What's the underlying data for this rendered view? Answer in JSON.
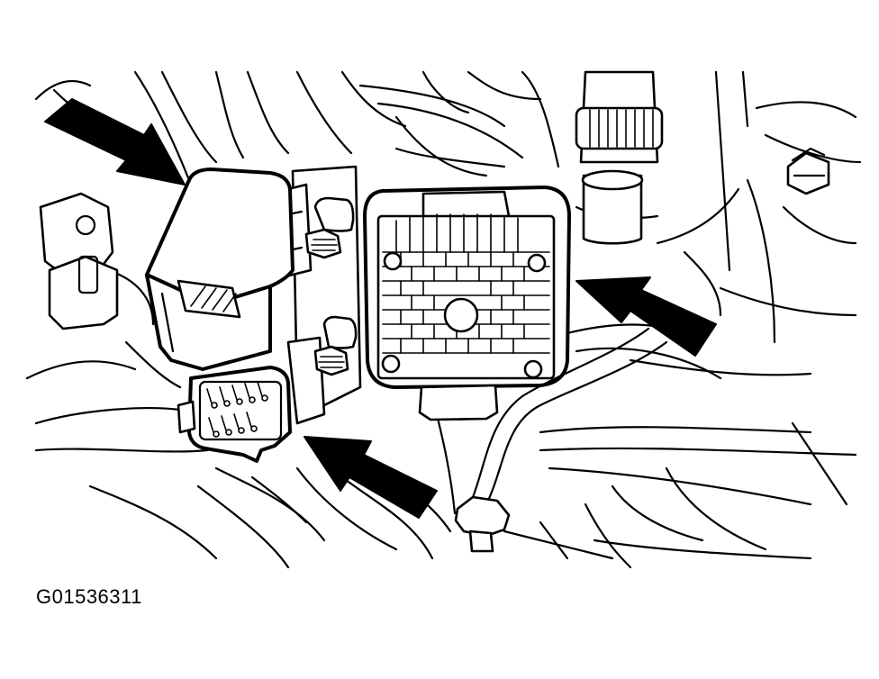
{
  "figure": {
    "id_label": "G01536311"
  },
  "callouts": [
    {
      "name": "arrow-upper-left",
      "target": "relay-box"
    },
    {
      "name": "arrow-lower-center",
      "target": "lower-connector"
    },
    {
      "name": "arrow-right",
      "target": "large-connector"
    }
  ],
  "colors": {
    "ink": "#000000",
    "paper": "#ffffff"
  }
}
